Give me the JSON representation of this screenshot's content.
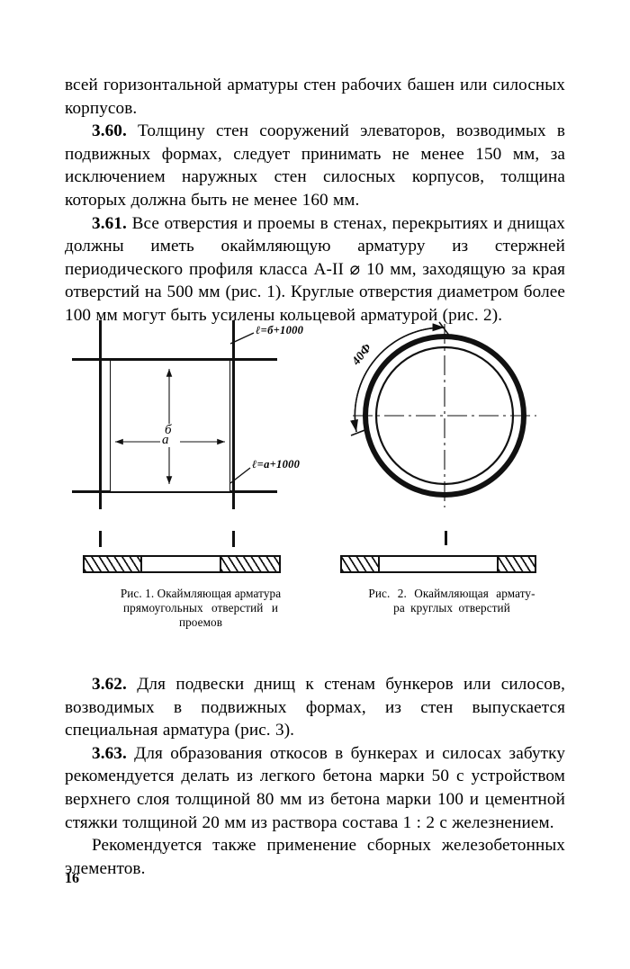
{
  "document": {
    "page_number": "16",
    "language": "ru"
  },
  "body": {
    "paragraphs": [
      {
        "id": "para-continued",
        "number": "",
        "text": "всей горизонтальной арматуры стен рабочих башен или силосных корпусов."
      },
      {
        "id": "para-3-60",
        "number": "3.60.",
        "text": "Толщину стен сооружений элеваторов, возводимых в подвижных формах, следует принимать не менее 150 мм, за исключением наружных стен силосных корпусов, толщина которых должна быть не менее 160 мм."
      },
      {
        "id": "para-3-61",
        "number": "3.61.",
        "text": "Все отверстия и проемы в стенах, перекрытиях и днищах должны иметь окаймляющую арматуру из стержней периодического профиля класса А-II ⌀ 10 мм, заходящую за края отверстий на 500 мм (рис. 1). Круглые отверстия диаметром более 100 мм могут быть усилены кольцевой арматурой (рис. 2)."
      },
      {
        "id": "para-3-62",
        "number": "3.62.",
        "text": "Для подвески днищ к стенам бункеров или силосов, возводимых в подвижных формах, из стен выпускается специальная арматура (рис. 3)."
      },
      {
        "id": "para-3-63",
        "number": "3.63.",
        "text": "Для образования откосов в бункерах и силосах забутку рекомендуется делать из легкого бетона марки 50 с устройством верхнего слоя толщиной 80 мм из бетона марки 100 и цементной стяжки толщиной 20 мм из раствора состава 1 : 2 с железнением."
      },
      {
        "id": "para-final",
        "number": "",
        "text": "Рекомендуется также применение сборных железобетонных элементов."
      }
    ]
  },
  "figures": [
    {
      "id": "figure-1",
      "caption_line1": "Рис. 1. Окаймляющая арматура",
      "caption_line2": "прямоугольных отверстий и",
      "caption_line3": "проемов",
      "annotations": {
        "top_right": "ℓ=б+1000",
        "bottom_right": "ℓ=а+1000",
        "dim_vertical": "б",
        "dim_horizontal": "а"
      }
    },
    {
      "id": "figure-2",
      "caption_line1": "Рис. 2. Окаймляющая армату-",
      "caption_line2": "ра круглых отверстий",
      "caption_line3": "",
      "annotations": {
        "arc_label": "40Ф"
      }
    }
  ],
  "colors": {
    "ink": "#111111",
    "paper": "#ffffff"
  }
}
